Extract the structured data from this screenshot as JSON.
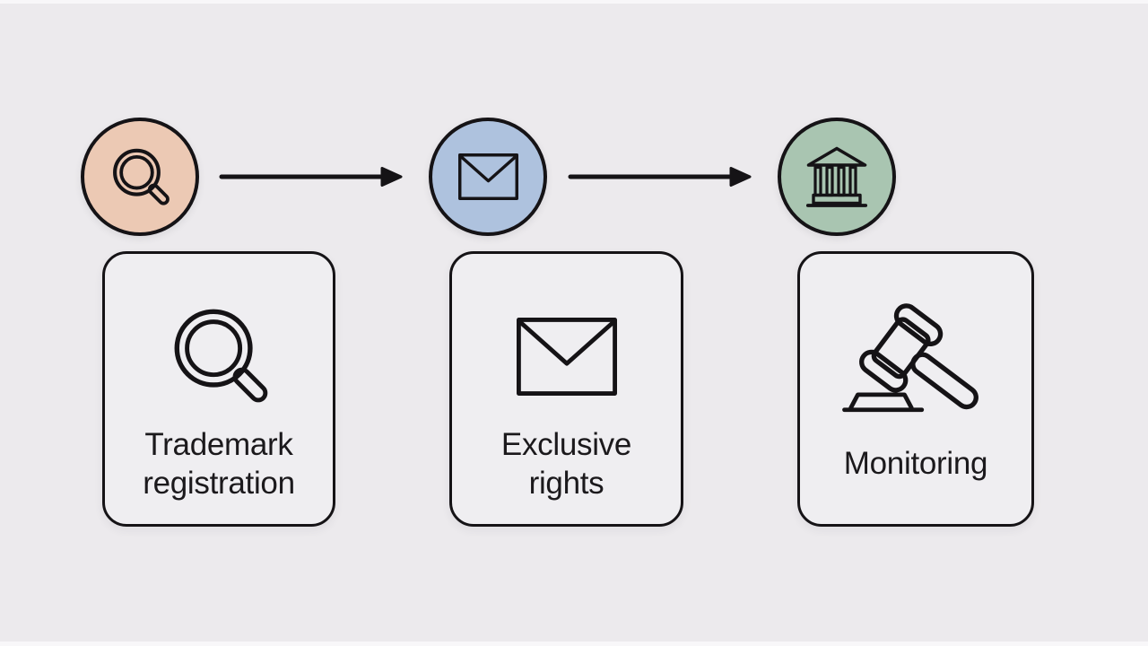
{
  "canvas": {
    "background": "#eceaed",
    "edge_strip_color": "#f8f7f9",
    "outline_color": "#151316",
    "text_color": "#1b191c"
  },
  "flow": {
    "arrow_color": "#151316",
    "steps": [
      {
        "icon": "magnifier-icon",
        "circle_color": "#ecc9b4"
      },
      {
        "icon": "envelope-icon",
        "circle_color": "#aec2de"
      },
      {
        "icon": "bank-icon",
        "circle_color": "#a9c5b1"
      }
    ]
  },
  "cards": [
    {
      "icon": "magnifier-icon",
      "label": "Trademark registration",
      "card_color": "#efeef1"
    },
    {
      "icon": "envelope-icon",
      "label": "Exclusive rights",
      "card_color": "#efeef1"
    },
    {
      "icon": "gavel-icon",
      "label": "Monitoring",
      "card_color": "#efeef1"
    }
  ]
}
